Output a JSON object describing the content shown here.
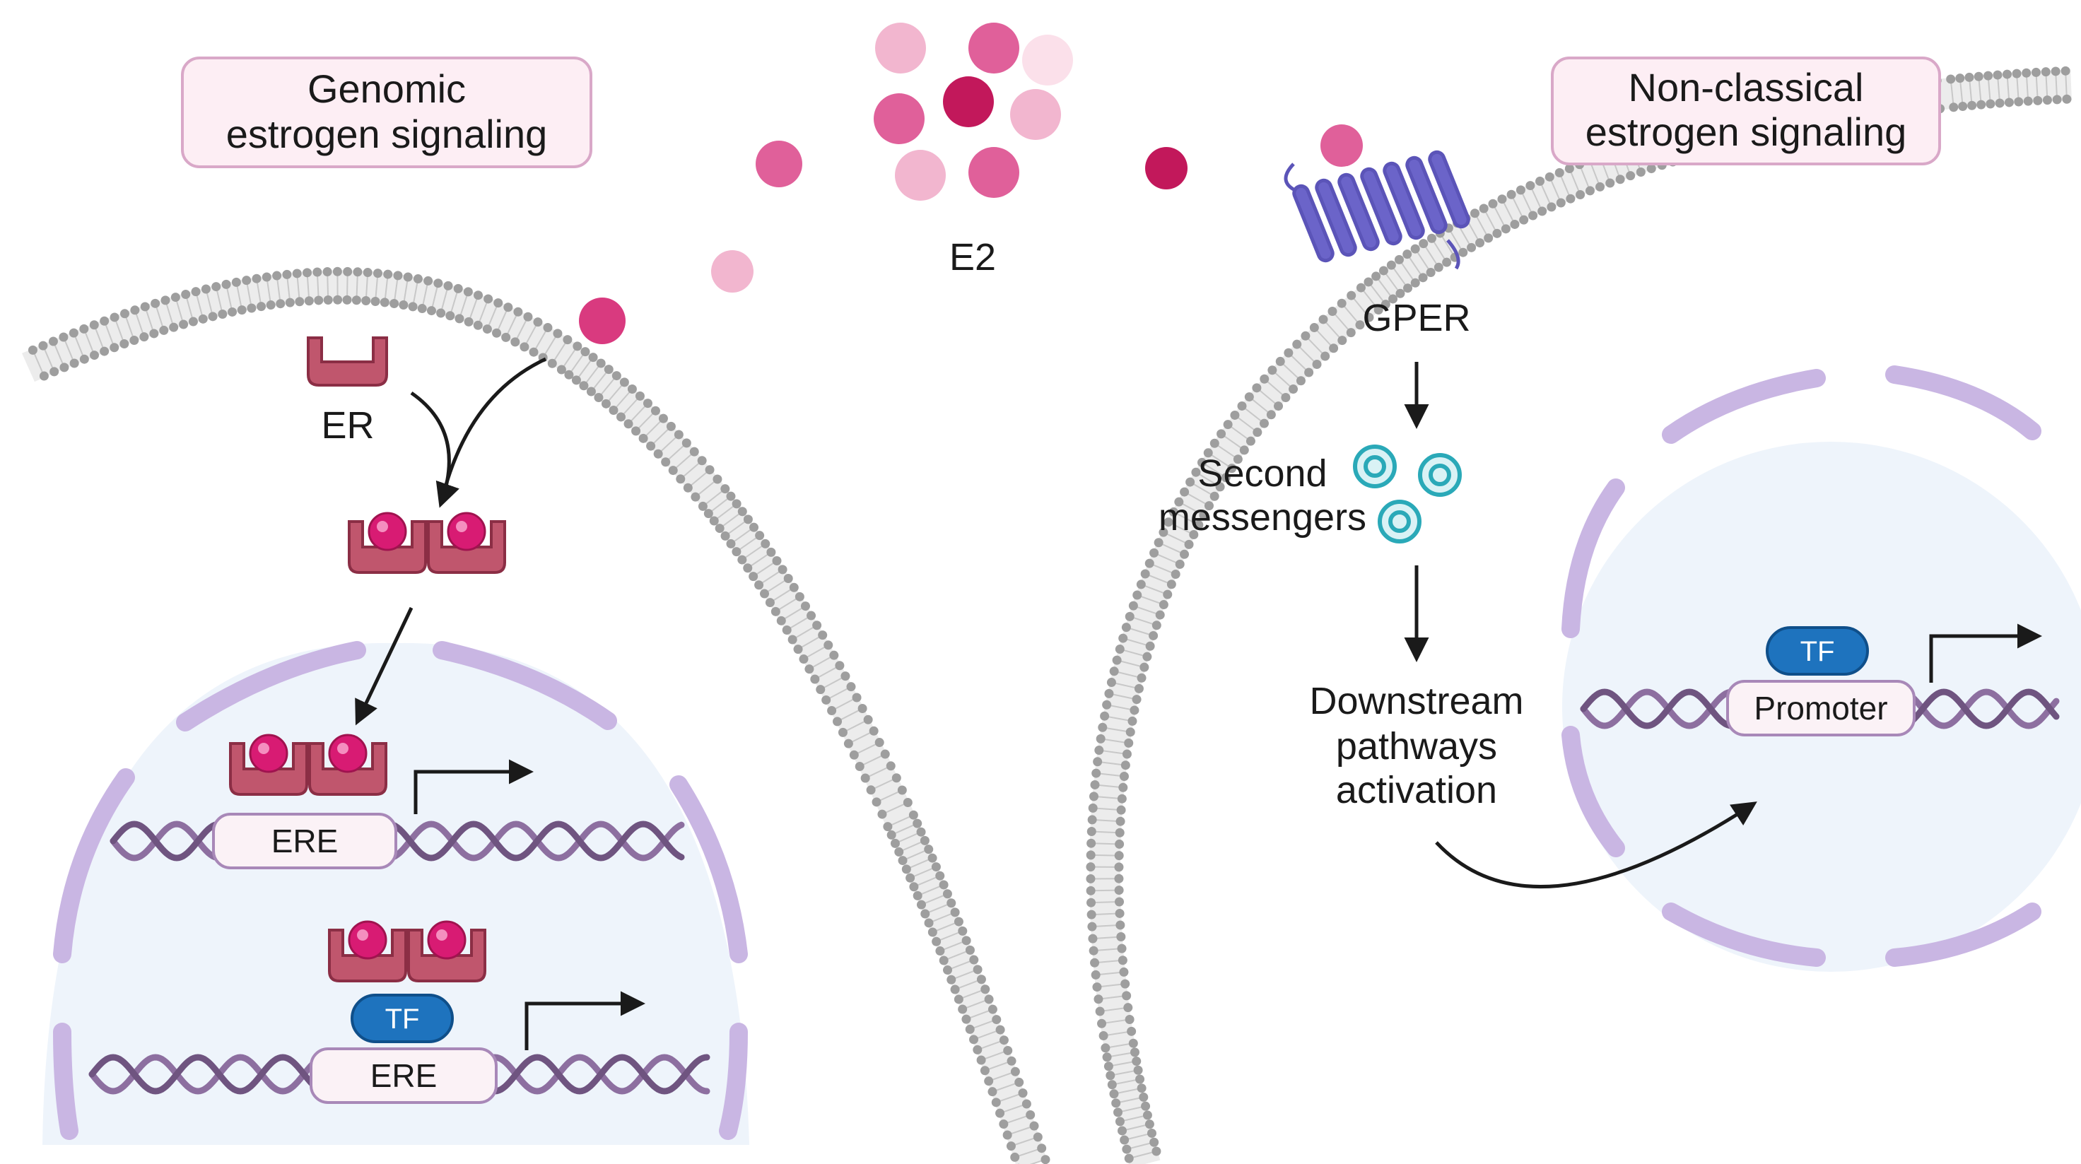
{
  "panels": {
    "genomic": {
      "title_line1": "Genomic",
      "title_line2": "estrogen signaling"
    },
    "non_classical": {
      "title_line1": "Non-classical",
      "title_line2": "estrogen signaling"
    }
  },
  "labels": {
    "e2": "E2",
    "er": "ER",
    "gper": "GPER",
    "second_line1": "Second",
    "second_line2": "messengers",
    "downstream_line1": "Downstream",
    "downstream_line2": "pathways",
    "downstream_line3": "activation"
  },
  "elements": {
    "ere_top": "ERE",
    "ere_bottom": "ERE",
    "tf_left": "TF",
    "tf_right": "TF",
    "promoter": "Promoter"
  },
  "colors": {
    "title_box_fill": "#fdeef4",
    "title_box_stroke": "#d9a8c8",
    "er_fill": "#c0566d",
    "er_stroke": "#8b2e45",
    "e2_dark": "#c2185b",
    "e2_mid": "#e0609a",
    "e2_light": "#f2b6cf",
    "membrane_head": "#9e9e9e",
    "nuclear_envelope": "#c9b6e3",
    "nucleus_fill": "#eef4fb",
    "dna": "#8d6fa0",
    "tf_fill": "#1e73be",
    "gper_fill": "#6b64c9",
    "messenger_stroke": "#2aa9b8",
    "messenger_fill": "#d9f2f5"
  }
}
